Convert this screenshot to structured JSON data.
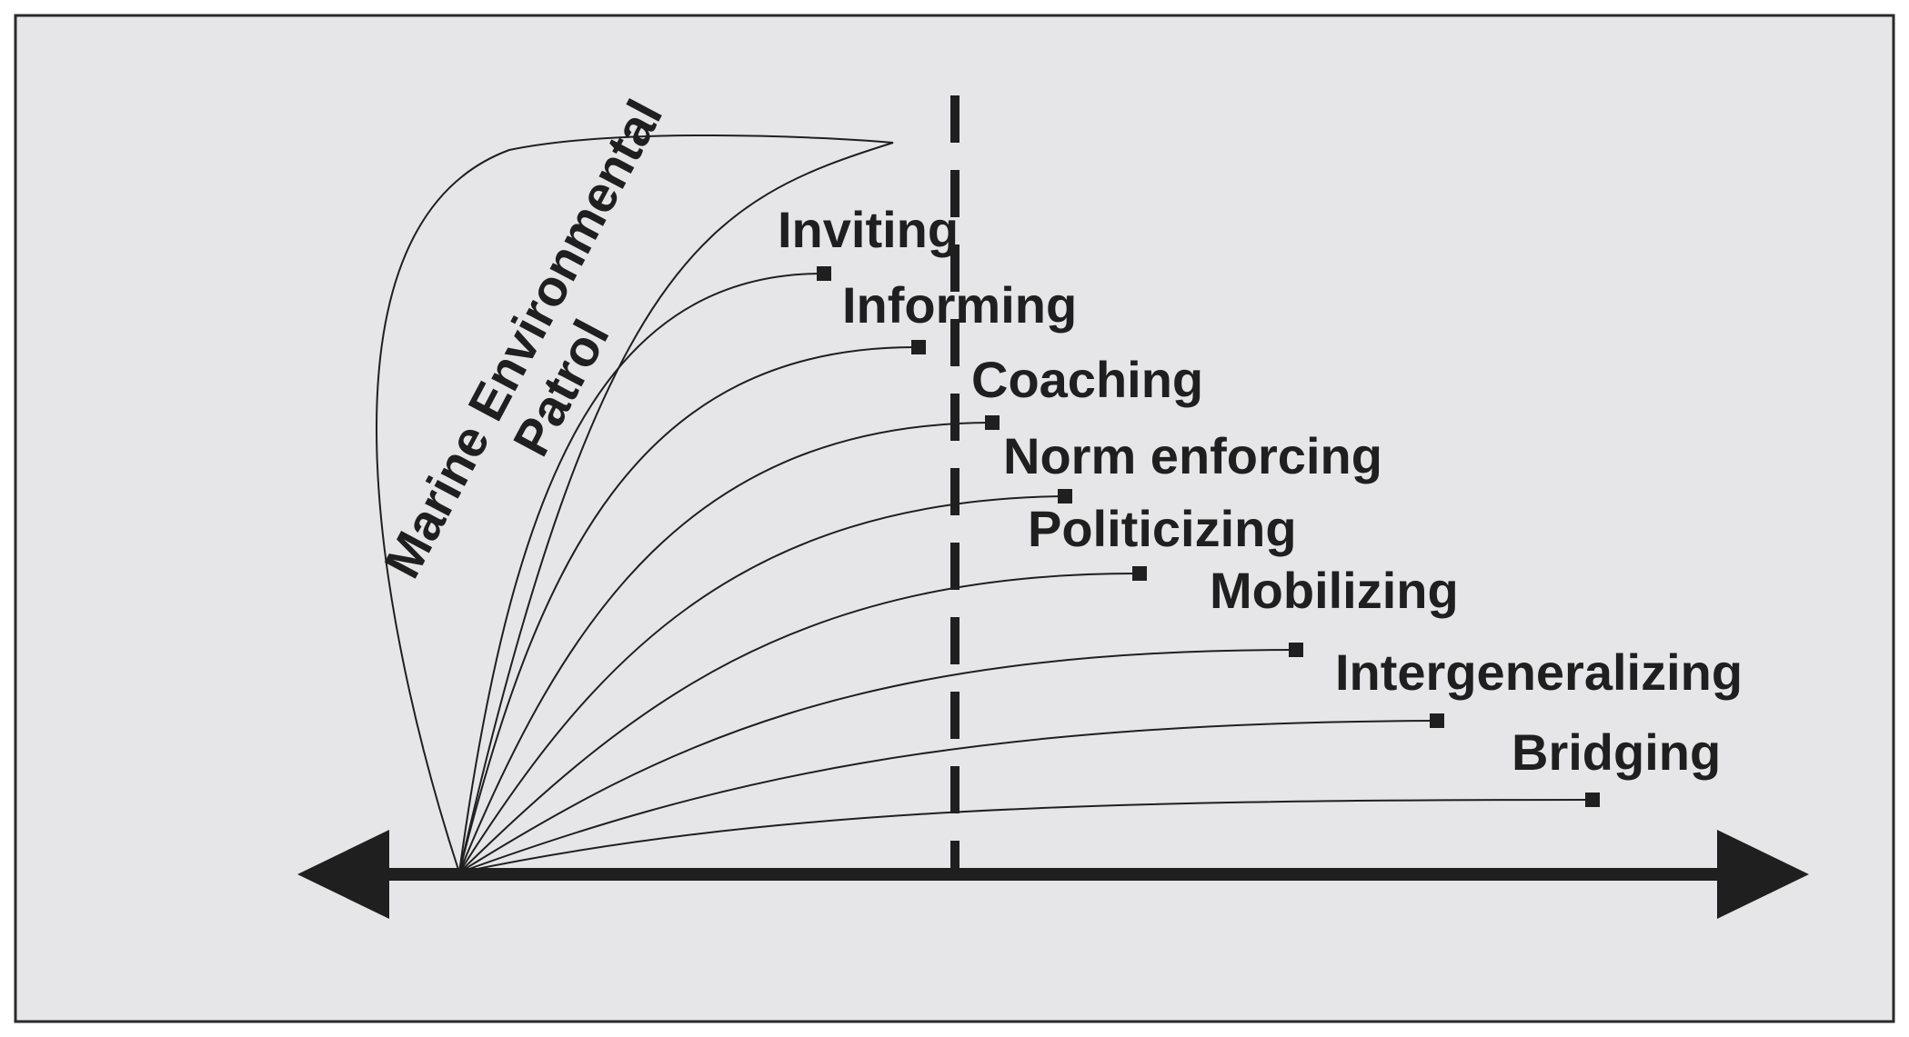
{
  "diagram": {
    "title_lines": [
      "Marine Environmental",
      "Patrol"
    ],
    "roles": [
      "Inviting",
      "Informing",
      "Coaching",
      "Norm enforcing",
      "Politicizing",
      "Mobilizing",
      "Intergeneralizing",
      "Bridging"
    ]
  },
  "colors": {
    "background": "#e6e6e8",
    "ink": "#1f1f1f",
    "border": "#2a2a2a"
  }
}
